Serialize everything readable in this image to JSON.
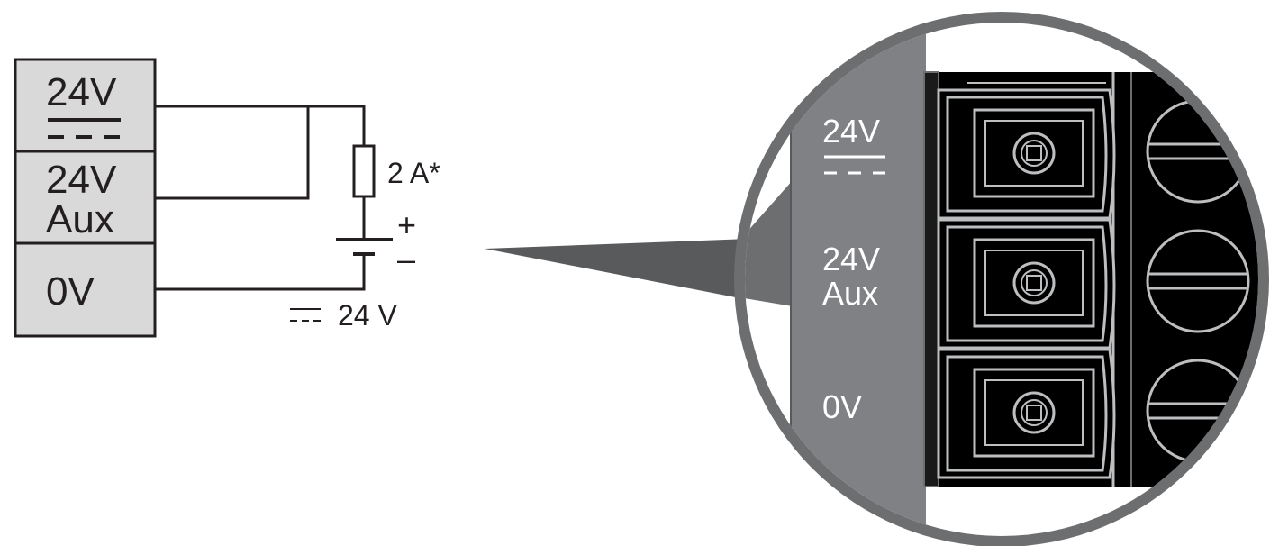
{
  "terminal_block": {
    "row1": {
      "label": "24V"
    },
    "row2": {
      "label_line1": "24V",
      "label_line2": "Aux"
    },
    "row3": {
      "label": "0V"
    }
  },
  "circuit": {
    "fuse_label": "2 A*",
    "battery_plus": "+",
    "battery_minus": "–",
    "supply_label": "24 V"
  },
  "magnified_view": {
    "label_24v": "24V",
    "label_aux_line1": "24V",
    "label_aux_line2": "Aux",
    "label_0v": "0V"
  },
  "colors": {
    "terminal_fill": "#d9d9da",
    "outline": "#231f20",
    "zoom_rim": "#6d6e70",
    "zoom_panel": "#808184",
    "connector_body": "#000000",
    "connector_lines": "#bcbec0"
  }
}
